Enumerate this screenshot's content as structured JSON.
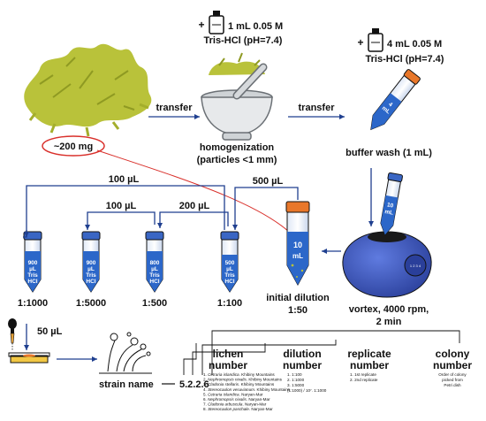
{
  "reagents": {
    "first": {
      "amount": "1 mL 0.05 M",
      "buffer": "Tris-HCl (pH=7.4)"
    },
    "second": {
      "amount": "4 mL 0.05 M",
      "buffer": "Tris-HCl (pH=7.4)"
    }
  },
  "steps": {
    "sample_mass": "~200 mg",
    "transfer_1": "transfer",
    "transfer_2": "transfer",
    "homogenization": "homogenization",
    "particles": "(particles <1 mm)",
    "buffer_wash": "buffer wash (1 mL)",
    "vortex_line1": "vortex, 4000 rpm,",
    "vortex_line2": "2 min",
    "initial_dilution": "initial dilution",
    "initial_ratio": "1:50",
    "plating_volume": "50 µL",
    "strain_name": "strain name",
    "strain_code": "5.2.2.6"
  },
  "transfers": {
    "to_1_1000": "100 µL",
    "to_1_5000": "100 µL",
    "to_1_500": "200 µL",
    "to_1_100": "500 µL"
  },
  "tubes": {
    "big_tube": [
      "10",
      "mL"
    ],
    "vortex_tube": [
      "10",
      "mL"
    ],
    "wash_tube": [
      "4",
      "mL"
    ],
    "t1000": [
      "900",
      "µL",
      "Tris",
      "HCl"
    ],
    "t5000": [
      "900",
      "µL",
      "Tris",
      "HCl"
    ],
    "t500": [
      "800",
      "µL",
      "Tris",
      "HCl"
    ],
    "t100": [
      "500",
      "µL",
      "Tris",
      "HCl"
    ]
  },
  "dilutions": {
    "d1000": "1:1000",
    "d5000": "1:5000",
    "d500": "1:500",
    "d100": "1:100"
  },
  "legend": {
    "lichen": {
      "title_1": "lichen",
      "title_2": "number",
      "items": [
        {
          "num": "1. ",
          "species": "Cetraria islandica",
          "place": ". Khibiny Mountains"
        },
        {
          "num": "2. ",
          "species": "Nephromopsis nivalis",
          "place": ". Khibiny Mountains"
        },
        {
          "num": "3. ",
          "species": "Cladonia stellaris",
          "place": ". Khibiny Mountains"
        },
        {
          "num": "4. ",
          "species": "Stereocaulon vesuvianum",
          "place": ". Khibiny Mountains"
        },
        {
          "num": "5. ",
          "species": "Cetraria islandica",
          "place": ". Naryan-Mar"
        },
        {
          "num": "6. ",
          "species": "Nephromopsis nivalis",
          "place": ". Naryan-Mar"
        },
        {
          "num": "7. ",
          "species": "Cladonia arbuscula",
          "place": ". Naryan-Mar"
        },
        {
          "num": "8. ",
          "species": "Stereocaulon paschale",
          "place": ". Naryan-Mar"
        }
      ]
    },
    "dilution": {
      "title_1": "dilution",
      "title_2": "number",
      "items": [
        "1. 1:100",
        "2. 1:1000",
        "3. 1:5000",
        "(1:1000) / 10⁷. 1:1000"
      ]
    },
    "replicate": {
      "title_1": "replicate",
      "title_2": "number",
      "items": [
        "1. 1st replicate",
        "2. 2nd replicate"
      ]
    },
    "colony": {
      "title_1": "colony",
      "title_2": "number",
      "items": [
        "Order of colony",
        "picked from",
        "Petri dish"
      ]
    }
  },
  "colors": {
    "arrow": "#1f3f8f",
    "lichen": "#b9c23a",
    "tube_body": "#2c67c9",
    "tube_cap_orange": "#e8772a",
    "tube_cap_blue": "#3a66c4",
    "highlight_red": "#d9302b",
    "vortex_blue": "#3a55b8"
  },
  "icons": [
    "lichen-icon",
    "mortar-icon",
    "reagent-bottle-icon",
    "tube-icon",
    "vortex-icon",
    "dropper-icon",
    "petri-dish-icon",
    "fungus-icon"
  ]
}
